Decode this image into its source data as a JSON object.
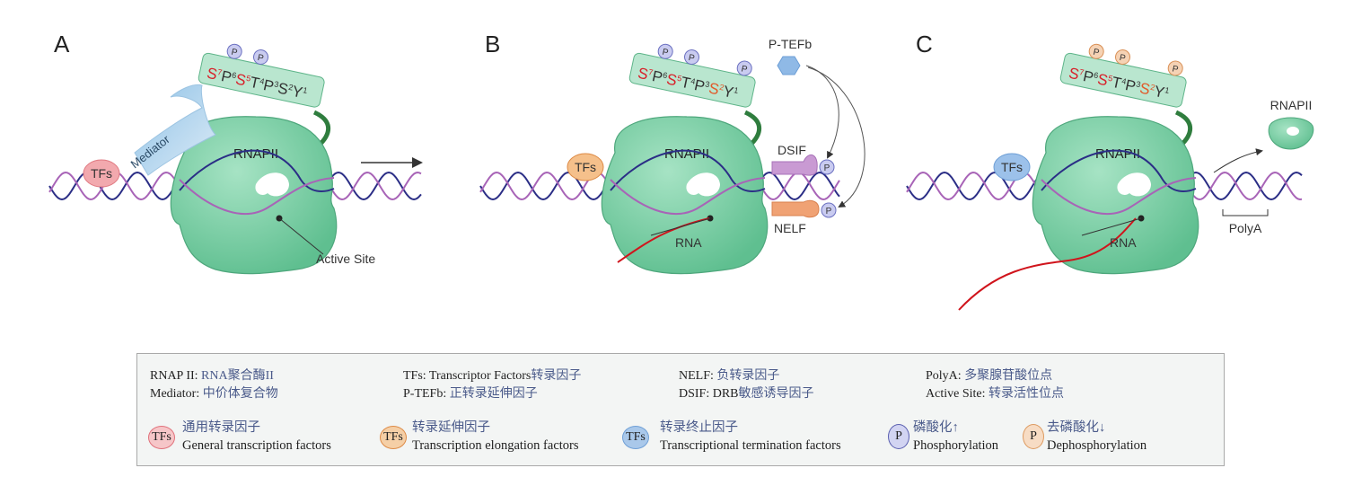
{
  "panels": [
    {
      "letter": "A",
      "polymerase": "RNAPII",
      "ctd": [
        "S",
        "7",
        "P",
        "6",
        "S",
        "5",
        "T",
        "4",
        "P",
        "3",
        "S",
        "2",
        "Y",
        "1"
      ],
      "tfs": "TFs",
      "mediator": "Mediator",
      "active_site": "Active Site"
    },
    {
      "letter": "B",
      "polymerase": "RNAPII",
      "ctd": [
        "S",
        "7",
        "P",
        "6",
        "S",
        "5",
        "T",
        "4",
        "P",
        "3",
        "S",
        "2",
        "Y",
        "1"
      ],
      "tfs": "TFs",
      "ptefb": "P-TEFb",
      "dsif": "DSIF",
      "nelf": "NELF",
      "rna": "RNA"
    },
    {
      "letter": "C",
      "polymerase": "RNAPII",
      "ctd": [
        "S",
        "7",
        "P",
        "6",
        "S",
        "5",
        "T",
        "4",
        "P",
        "3",
        "S",
        "2",
        "Y",
        "1"
      ],
      "tfs": "TFs",
      "rna": "RNA",
      "polya": "PolyA",
      "released": "RNAPII"
    }
  ],
  "phospho_label": "P",
  "legend": {
    "defs": [
      {
        "term": "RNAP II: ",
        "desc": "RNA聚合酶II"
      },
      {
        "term": "TFs: Transcriptor Factors",
        "desc": "转录因子"
      },
      {
        "term": "NELF: ",
        "desc": "负转录因子"
      },
      {
        "term": "PolyA: ",
        "desc": "多聚腺苷酸位点"
      },
      {
        "term": "Mediator: ",
        "desc": "中价体复合物"
      },
      {
        "term": "P-TEFb: ",
        "desc": "正转录延伸因子"
      },
      {
        "term": "DSIF: DRB",
        "desc": "敏感诱导因子"
      },
      {
        "term": "Active Site: ",
        "desc": "转录活性位点"
      }
    ],
    "keys": [
      {
        "badge": "TFs",
        "cn": "通用转录因子",
        "en": "General transcription factors",
        "fill": "#f6c6c8",
        "stroke": "#e0707a"
      },
      {
        "badge": "TFs",
        "cn": "转录延伸因子",
        "en": "Transcription elongation factors",
        "fill": "#f5cfa6",
        "stroke": "#dd8a45"
      },
      {
        "badge": "TFs",
        "cn": "转录终止因子",
        "en": "Transcriptional termination factors",
        "fill": "#a9c8ea",
        "stroke": "#6e9fd6"
      },
      {
        "badge": "P",
        "cn": "磷酸化↑",
        "en": "Phosphorylation",
        "fill": "#d2d4f2",
        "stroke": "#5a5fb0"
      },
      {
        "badge": "P",
        "cn": "去磷酸化↓",
        "en": "Dephosphorylation",
        "fill": "#f7dcc4",
        "stroke": "#dd9a60"
      }
    ]
  },
  "colors": {
    "polymerase": "#7fd1a8",
    "dna_strand_1": "#2b2e86",
    "dna_strand_2": "#a864b7",
    "rna": "#d0141c",
    "phospho": "#c9cbf0",
    "dephospho": "#f5d2b4",
    "tfs_general": "#f2a9ae",
    "tfs_elongation": "#f5c08b",
    "tfs_termination": "#9cc1ea"
  }
}
